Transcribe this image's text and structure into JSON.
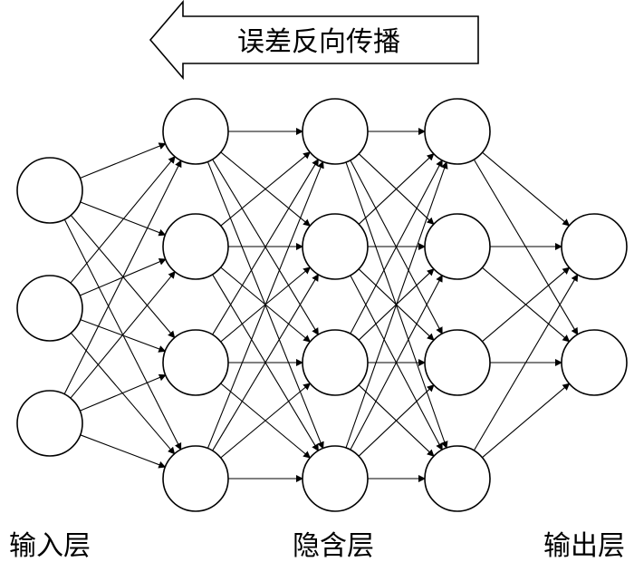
{
  "banner": {
    "text": "误差反向传播",
    "direction": "left"
  },
  "layers": [
    {
      "label": "输入层",
      "nodes": 3
    },
    {
      "label": "",
      "nodes": 4
    },
    {
      "label": "隐含层",
      "nodes": 4
    },
    {
      "label": "",
      "nodes": 4
    },
    {
      "label": "输出层",
      "nodes": 2
    }
  ],
  "connectivity": "fully-connected",
  "colors": {
    "stroke": "#000000",
    "fill": "#ffffff"
  }
}
